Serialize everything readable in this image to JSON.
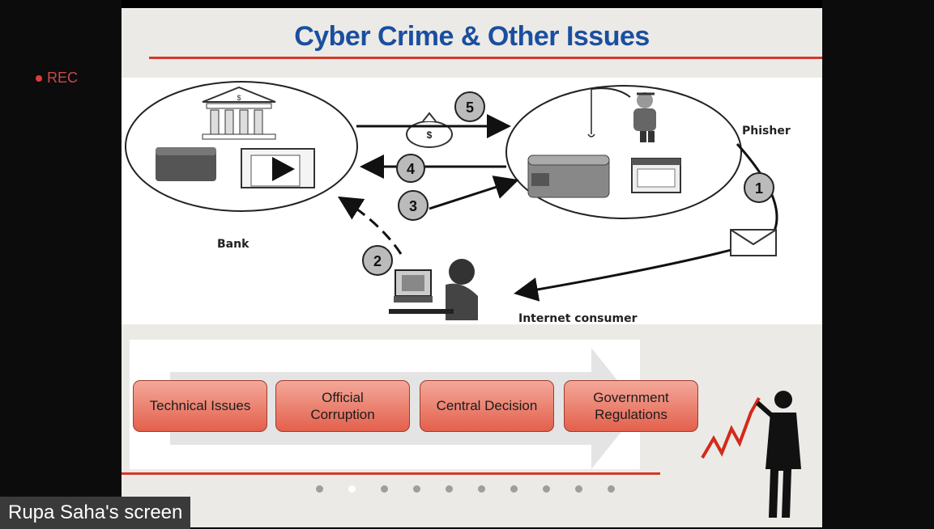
{
  "recording": {
    "label": "REC"
  },
  "slide": {
    "title": "Cyber Crime & Other Issues",
    "diagram": {
      "labels": {
        "bank": "Bank",
        "phisher": "Phisher",
        "consumer": "Internet consumer",
        "money_symbol": "$",
        "bank_symbol": "$"
      },
      "steps": [
        "1",
        "2",
        "3",
        "4",
        "5"
      ]
    },
    "issues": [
      {
        "label": "Technical Issues"
      },
      {
        "label": "Official Corruption"
      },
      {
        "label": "Central Decision"
      },
      {
        "label": "Government Regulations"
      }
    ],
    "pager": {
      "count": 10,
      "current": 2
    }
  },
  "share_caption": "Rupa Saha's screen",
  "colors": {
    "title": "#1a4fa0",
    "accent_line": "#d23a2a",
    "step_box": "#e3604c",
    "rec": "#e03a3a"
  }
}
